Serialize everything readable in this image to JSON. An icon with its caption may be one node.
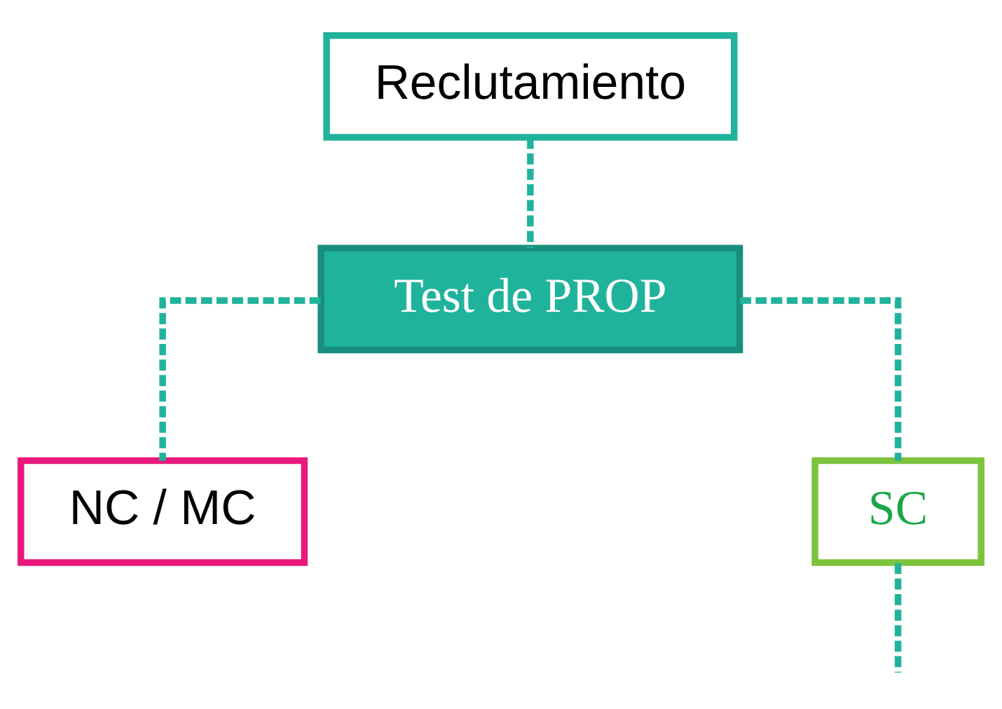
{
  "diagram": {
    "nodes": [
      {
        "text": [
          "Reclutamiento"
        ]
      },
      {
        "text": [
          "Test de PROP"
        ]
      },
      {
        "text": [
          "NC / MC"
        ]
      },
      {
        "text": [
          "SC"
        ]
      }
    ],
    "edges": [
      {
        "from": 0,
        "to": 1,
        "arrow": "none",
        "style": "dashed"
      },
      {
        "from": 1,
        "to": 2,
        "arrow": "none",
        "style": "dashed"
      },
      {
        "from": 1,
        "to": 3,
        "arrow": "none",
        "style": "dashed"
      },
      {
        "from": 3,
        "to": null,
        "arrow": "none",
        "style": "dashed"
      }
    ]
  }
}
